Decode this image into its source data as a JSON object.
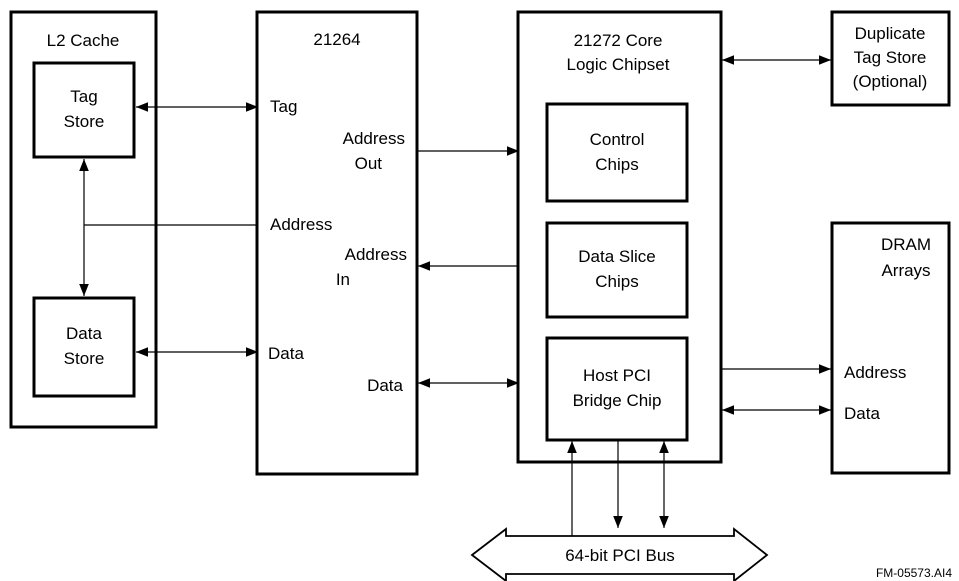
{
  "l2_cache": {
    "title": "L2 Cache",
    "tag_store": [
      "Tag",
      "Store"
    ],
    "data_store": [
      "Data",
      "Store"
    ]
  },
  "cpu": {
    "title": "21264",
    "tag": "Tag",
    "address_out": [
      "Address",
      "Out"
    ],
    "address": "Address",
    "address_in": [
      "Address",
      "In"
    ],
    "data_left": "Data",
    "data_right": "Data"
  },
  "chipset": {
    "title": [
      "21272 Core",
      "Logic Chipset"
    ],
    "control": [
      "Control",
      "Chips"
    ],
    "data_slice": [
      "Data Slice",
      "Chips"
    ],
    "pci_bridge": [
      "Host PCI",
      "Bridge Chip"
    ]
  },
  "dup_tag": {
    "lines": [
      "Duplicate",
      "Tag Store",
      "(Optional)"
    ]
  },
  "dram": {
    "title": [
      "DRAM",
      "Arrays"
    ],
    "address": "Address",
    "data": "Data"
  },
  "pci_bus": {
    "label": "64-bit PCI Bus"
  },
  "figure_id": "FM-05573.AI4"
}
